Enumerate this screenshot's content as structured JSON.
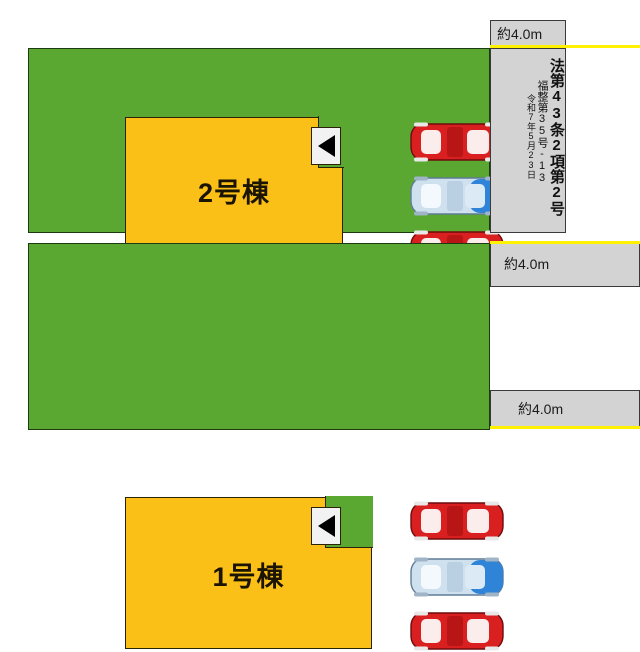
{
  "plan": {
    "plots": [
      {
        "id": "upper",
        "building_label": "2号棟",
        "entrance_marker": "entrance-arrow",
        "cars": [
          "red",
          "lightblue",
          "red"
        ],
        "land_color": "#5aa832",
        "building_color": "#fbc018"
      },
      {
        "id": "lower",
        "building_label": "1号棟",
        "entrance_marker": "entrance-arrow",
        "cars": [
          "red",
          "lightblue",
          "red"
        ],
        "land_color": "#5aa832",
        "building_color": "#fbc018"
      }
    ],
    "road": {
      "width_labels": [
        "約4.0m",
        "約4.0m",
        "約4.0m"
      ],
      "fill_color": "#d3d3d3",
      "frontage_line_color": "#fff200"
    },
    "notation": {
      "law": "法第43条2項第2号",
      "permit_number": "福整第35号-13",
      "date": "令和7年5月23日"
    }
  }
}
